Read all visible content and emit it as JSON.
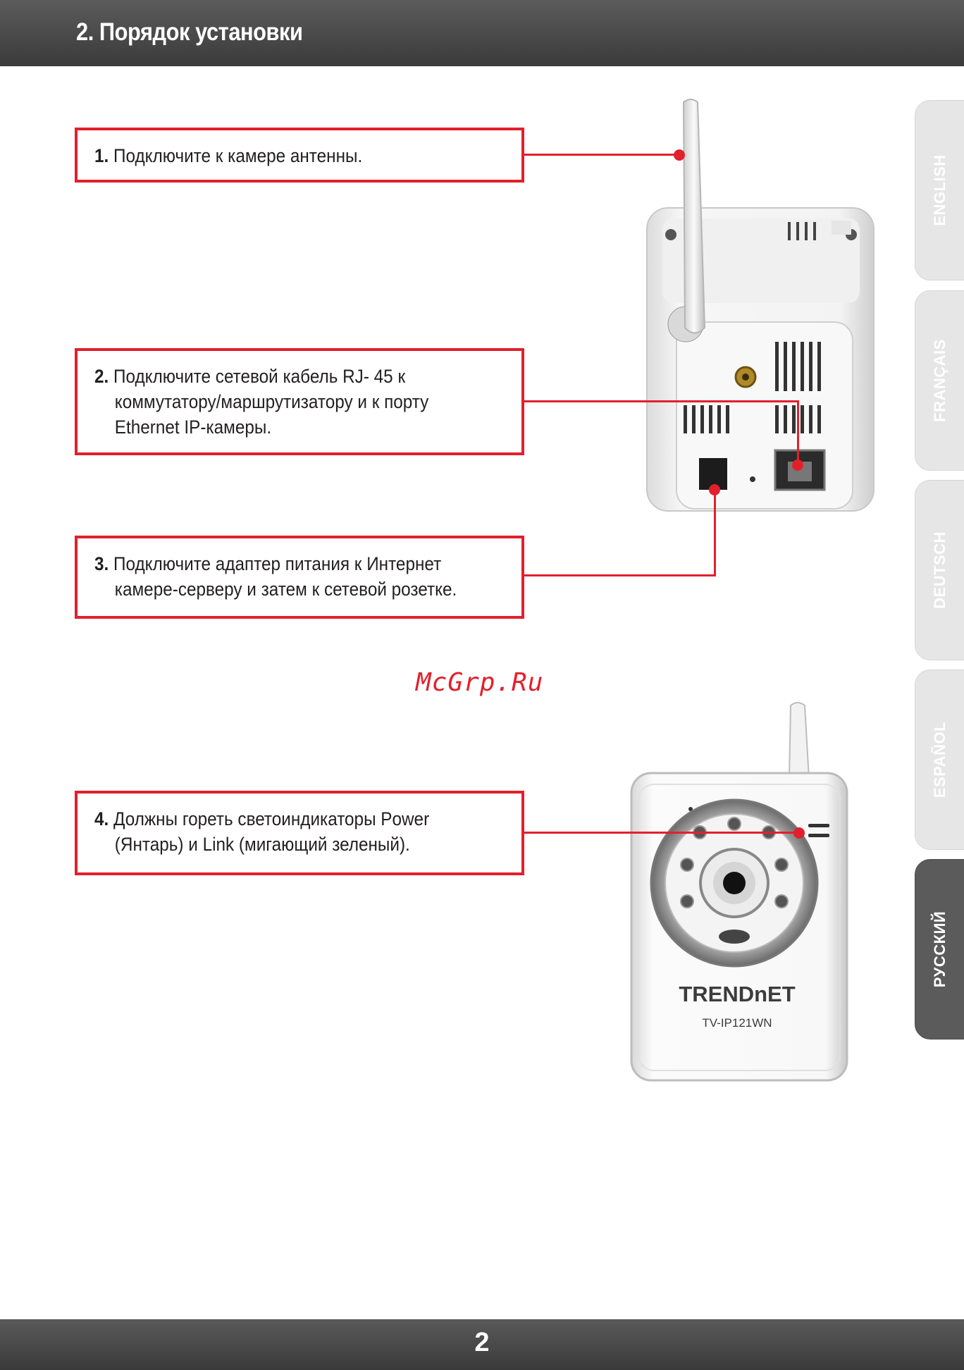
{
  "header": {
    "title": "2. Порядок установки"
  },
  "language_tabs": [
    {
      "label": "ENGLISH",
      "active": false
    },
    {
      "label": "FRANÇAIS",
      "active": false
    },
    {
      "label": "DEUTSCH",
      "active": false
    },
    {
      "label": "ESPAÑOL",
      "active": false
    },
    {
      "label": "РУССКИЙ",
      "active": true
    }
  ],
  "steps": [
    {
      "number": "1.",
      "lines": [
        "Подключите к камере антенны."
      ]
    },
    {
      "number": "2.",
      "lines": [
        "Подключите сетевой кабель RJ- 45 к",
        "коммутатору/маршрутизатору и к порту",
        "Ethernet IP-камеры."
      ]
    },
    {
      "number": "3.",
      "lines": [
        "Подключите адаптер питания к  Интернет",
        "камере-серверу и  затем к сетевой розетке."
      ]
    },
    {
      "number": "4.",
      "lines": [
        "Должны гореть светоиндикаторы Power",
        "(Янтарь) и Link (мигающий зеленый)."
      ]
    }
  ],
  "watermark": "McGrp.Ru",
  "camera_front": {
    "brand": "TRENDnET",
    "model": "TV-IP121WN"
  },
  "footer": {
    "page_number": "2"
  },
  "colors": {
    "accent_red": "#e2202c",
    "header_bg": "#4a4a4a",
    "tab_inactive": "#e6e6e6",
    "tab_active": "#5b5b5b"
  }
}
